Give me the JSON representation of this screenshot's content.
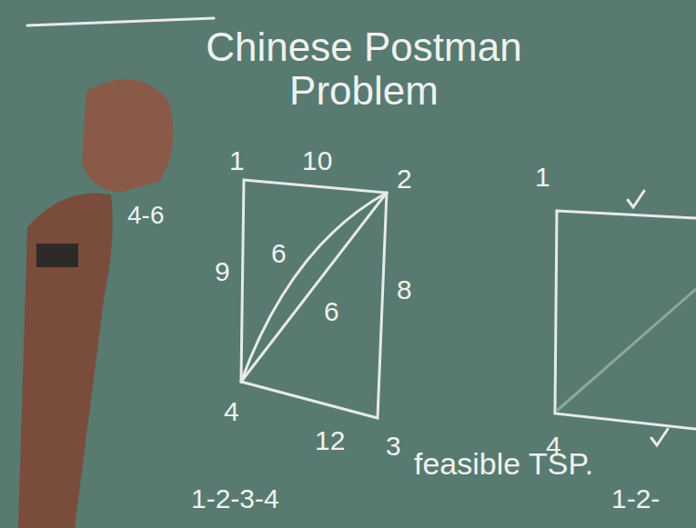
{
  "diagram": {
    "title": "Chinese Postman Problem",
    "labels": [
      "1",
      "10",
      "2",
      "9",
      "6",
      "6",
      "8",
      "4",
      "12",
      "3",
      "4-6",
      "feasible TSP.",
      "1-2-3-4",
      "1",
      "4",
      "1-2-"
    ]
  }
}
